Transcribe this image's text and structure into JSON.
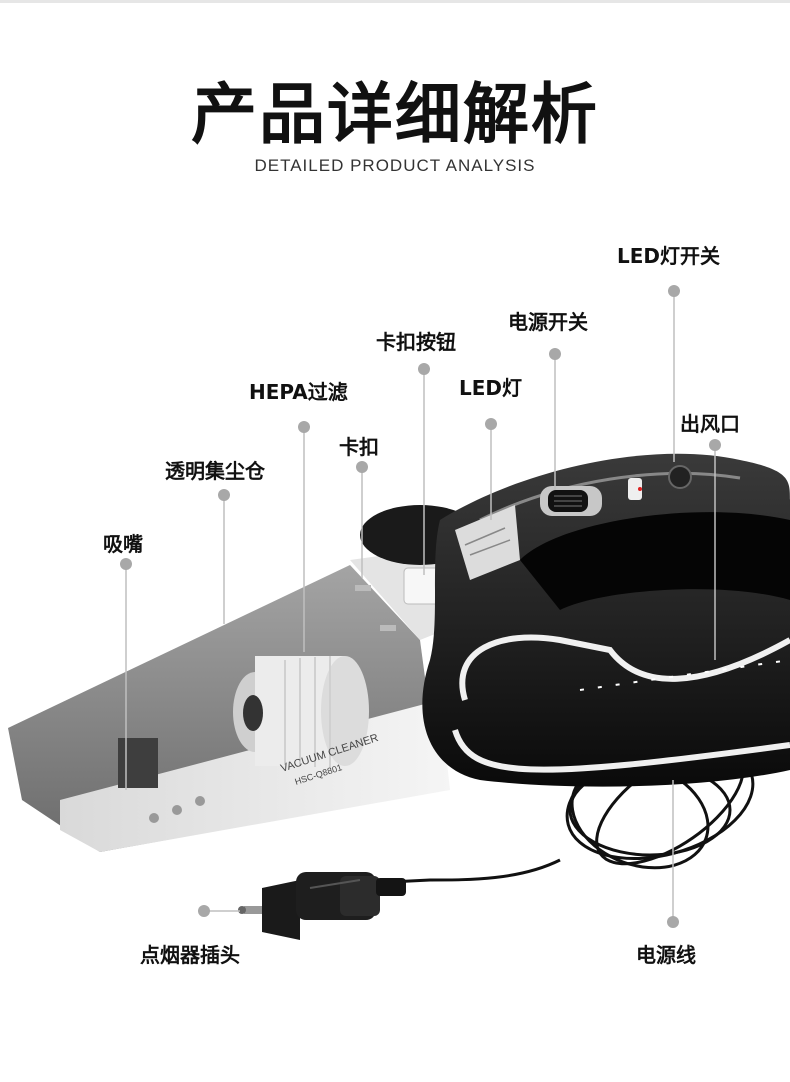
{
  "header": {
    "title": "产品详细解析",
    "subtitle": "DETAILED PRODUCT ANALYSIS"
  },
  "product": {
    "print_line1": "VACUUM CLEANER",
    "print_line2": "HSC-Q8801"
  },
  "callouts": {
    "led_switch": "LED灯开关",
    "power_switch": "电源开关",
    "clip_button": "卡扣按钮",
    "led_light": "LED灯",
    "hepa_filter": "HEPA过滤",
    "air_outlet": "出风口",
    "clip": "卡扣",
    "dust_bin": "透明集尘仓",
    "nozzle": "吸嘴",
    "cigarette_plug": "点烟器插头",
    "power_cord": "电源线"
  },
  "colors": {
    "leader_line": "#bfbfbf",
    "dot": "#a8a8a8",
    "body_black": "#141414",
    "bin_gray": "#8c8c8c"
  }
}
